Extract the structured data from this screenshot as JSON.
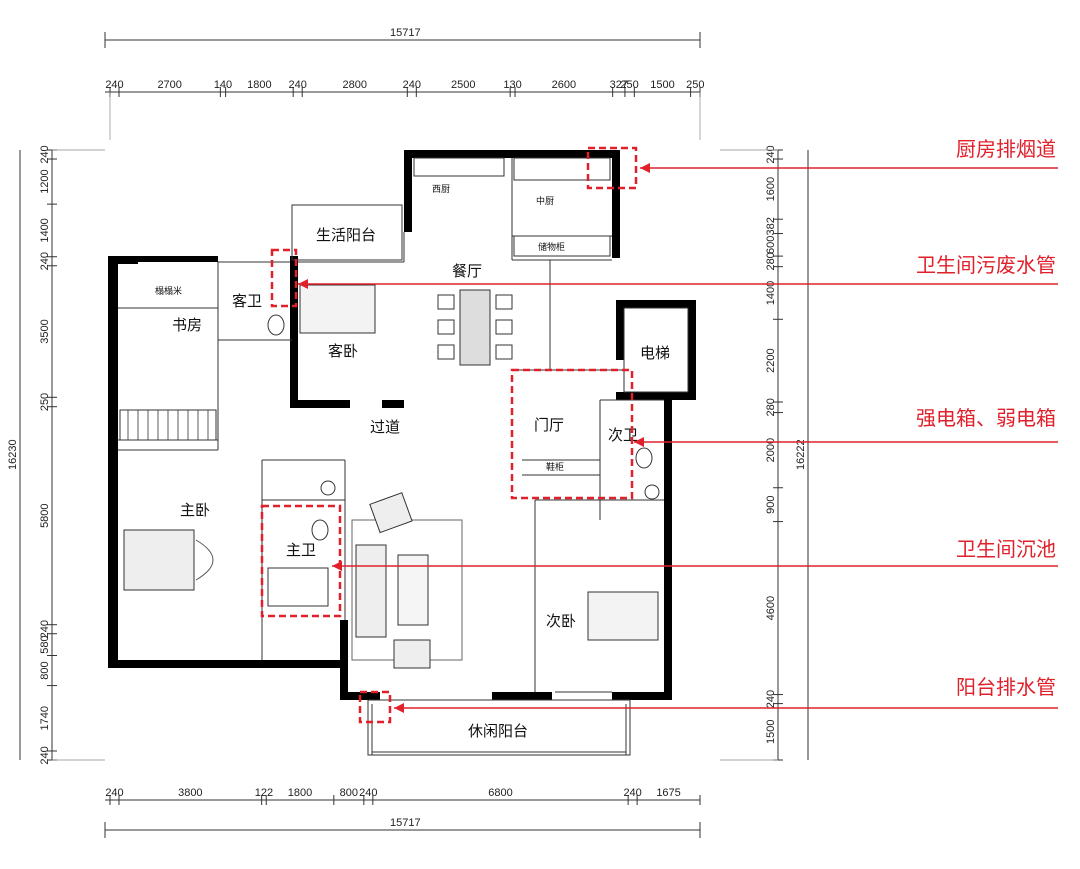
{
  "dimensions": {
    "overall_width": "15717",
    "overall_height_left": "16230",
    "overall_height_right": "16222",
    "top_row": [
      "240",
      "2700",
      "140",
      "1800",
      "240",
      "2800",
      "240",
      "2500",
      "130",
      "2600",
      "327",
      "250",
      "1500",
      "250"
    ],
    "bottom_row": [
      "240",
      "3800",
      "122",
      "1800",
      "800",
      "240",
      "6800",
      "240",
      "1675"
    ],
    "left_col": [
      "240",
      "1200",
      "1400",
      "240",
      "3500",
      "250",
      "5800",
      "240",
      "580",
      "800",
      "1740",
      "240"
    ],
    "right_col": [
      "240",
      "1600",
      "382",
      "600",
      "280",
      "1400",
      "2200",
      "280",
      "2000",
      "900",
      "4600",
      "240",
      "1500"
    ]
  },
  "rooms": {
    "kitchen_west": "西厨",
    "kitchen_chinese": "中厨",
    "storage_cabinet": "储物柜",
    "utility_balcony": "生活阳台",
    "dining": "餐厅",
    "wine_cabinet": "榻榻米",
    "guest_bath": "客卫",
    "study": "书房",
    "guest_bedroom": "客卧",
    "elevator": "电梯",
    "corridor": "过道",
    "foyer": "门厅",
    "second_bath": "次卫",
    "shoe_cabinet": "鞋柜",
    "master_bedroom": "主卧",
    "master_bath": "主卫",
    "second_bedroom": "次卧",
    "leisure_balcony": "休闲阳台"
  },
  "callouts": [
    {
      "id": "kitchen-flue",
      "label": "厨房排烟道"
    },
    {
      "id": "bath-waste-pipe",
      "label": "卫生间污废水管"
    },
    {
      "id": "electric-box",
      "label": "强电箱、弱电箱"
    },
    {
      "id": "sunken-bath",
      "label": "卫生间沉池"
    },
    {
      "id": "balcony-drain",
      "label": "阳台排水管"
    }
  ],
  "colors": {
    "annotation": "#e0202a",
    "wall": "#000000",
    "line": "#333333"
  }
}
